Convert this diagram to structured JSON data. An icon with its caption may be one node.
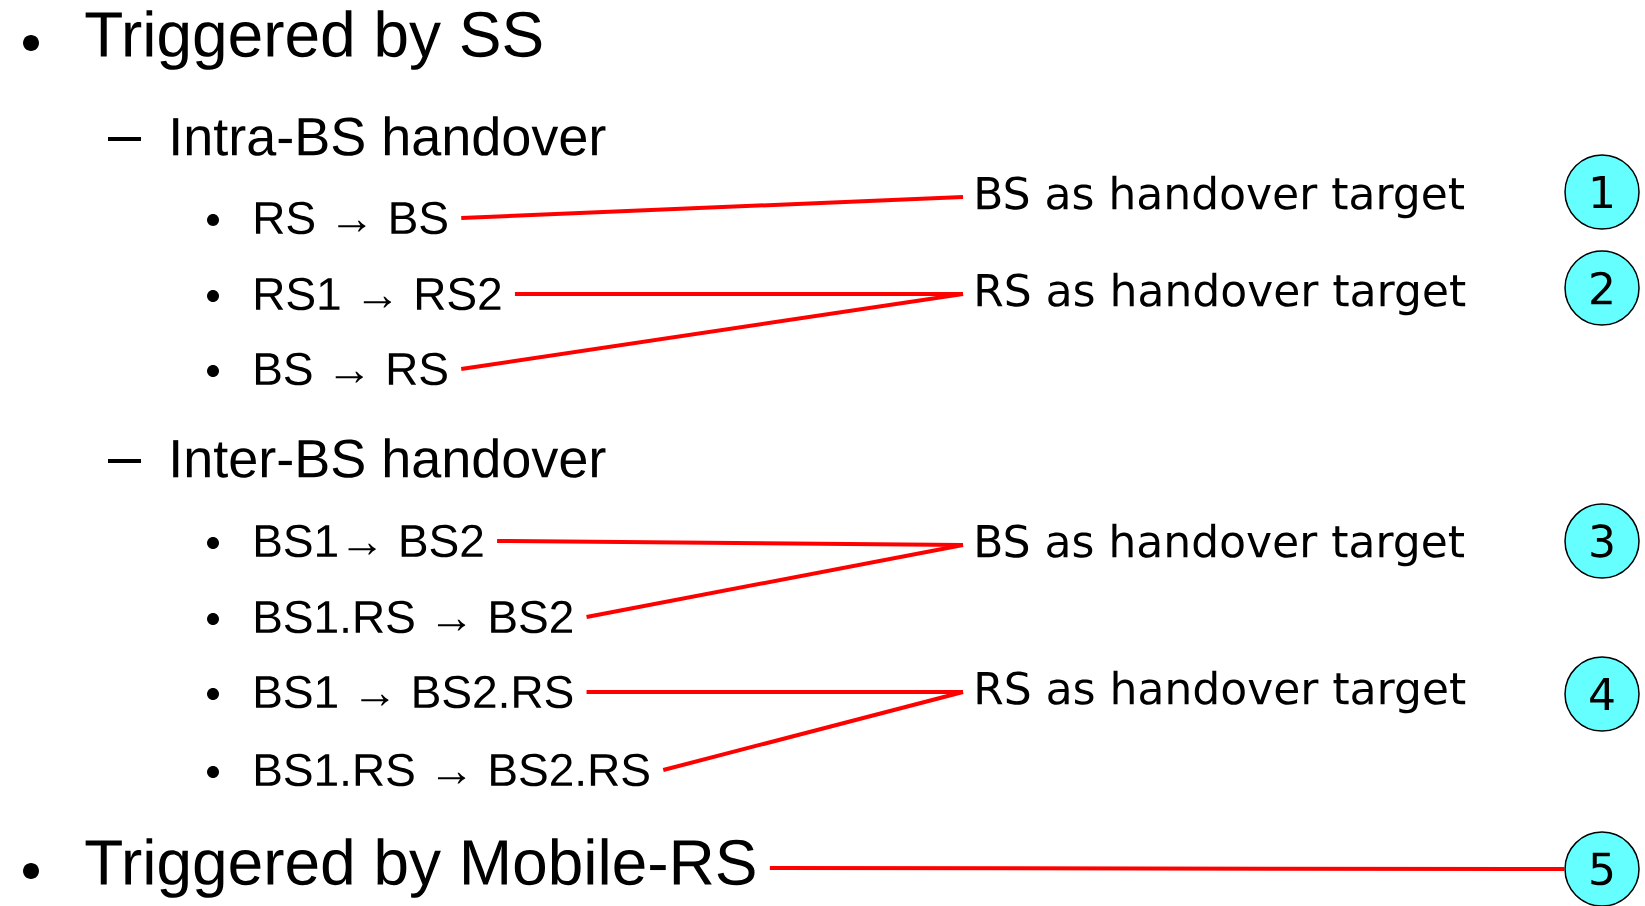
{
  "diagram": {
    "nodes": [
      {
        "text": [
          "RS → BS"
        ]
      },
      {
        "text": [
          "BS as handover target"
        ]
      },
      {
        "text": [
          "1"
        ]
      },
      {
        "text": [
          "RS1 → RS2"
        ]
      },
      {
        "text": [
          "RS as handover target"
        ]
      },
      {
        "text": [
          "2"
        ]
      },
      {
        "text": [
          "BS → RS"
        ]
      },
      {
        "text": [
          "BS1→ BS2"
        ]
      },
      {
        "text": [
          "BS as handover target"
        ]
      },
      {
        "text": [
          "3"
        ]
      },
      {
        "text": [
          "BS1.RS → BS2"
        ]
      },
      {
        "text": [
          "BS1 → BS2.RS"
        ]
      },
      {
        "text": [
          "RS as handover target"
        ]
      },
      {
        "text": [
          "4"
        ]
      },
      {
        "text": [
          "BS1.RS  → BS2.RS"
        ]
      },
      {
        "text": [
          "Triggered by Mobile-RS"
        ]
      },
      {
        "text": [
          "5"
        ]
      }
    ],
    "edges": [
      {
        "from": 0,
        "to": 1,
        "arrow": "none"
      },
      {
        "from": 3,
        "to": 4,
        "arrow": "none"
      },
      {
        "from": 6,
        "to": 4,
        "arrow": "none"
      },
      {
        "from": 7,
        "to": 8,
        "arrow": "none"
      },
      {
        "from": 10,
        "to": 8,
        "arrow": "none"
      },
      {
        "from": 11,
        "to": 12,
        "arrow": "none"
      },
      {
        "from": 14,
        "to": 12,
        "arrow": "none"
      },
      {
        "from": 15,
        "to": 16,
        "arrow": "none"
      }
    ],
    "labels": [
      "Triggered by SS",
      "Intra-BS handover",
      "Inter-BS handover"
    ]
  }
}
